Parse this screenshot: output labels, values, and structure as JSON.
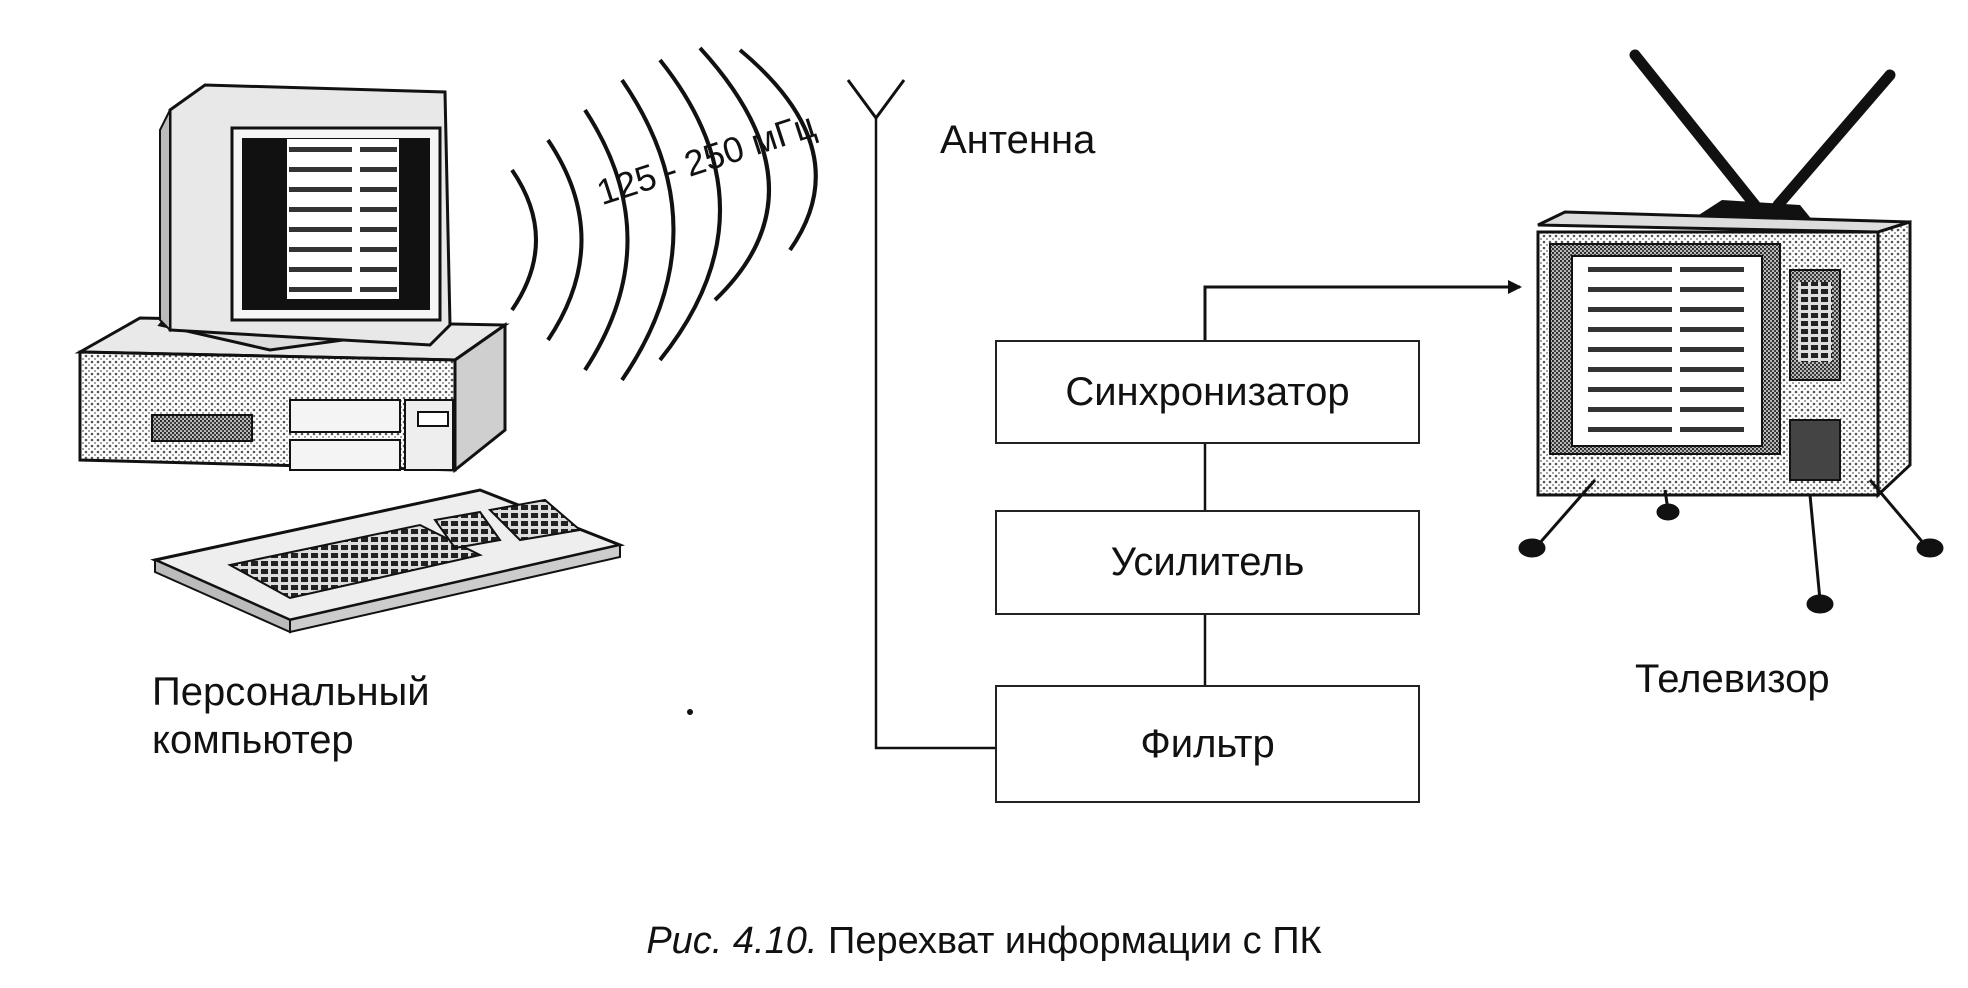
{
  "labels": {
    "antenna": "Антенна",
    "frequency": "125 - 250 мГц",
    "pc_line1": "Персональный",
    "pc_line2": "компьютер",
    "tv": "Телевизор"
  },
  "blocks": {
    "synchronizer": "Синхронизатор",
    "amplifier": "Усилитель",
    "filter": "Фильтр"
  },
  "caption": {
    "figure": "Рис. 4.10.",
    "text": "Перехват информации с ПК"
  }
}
